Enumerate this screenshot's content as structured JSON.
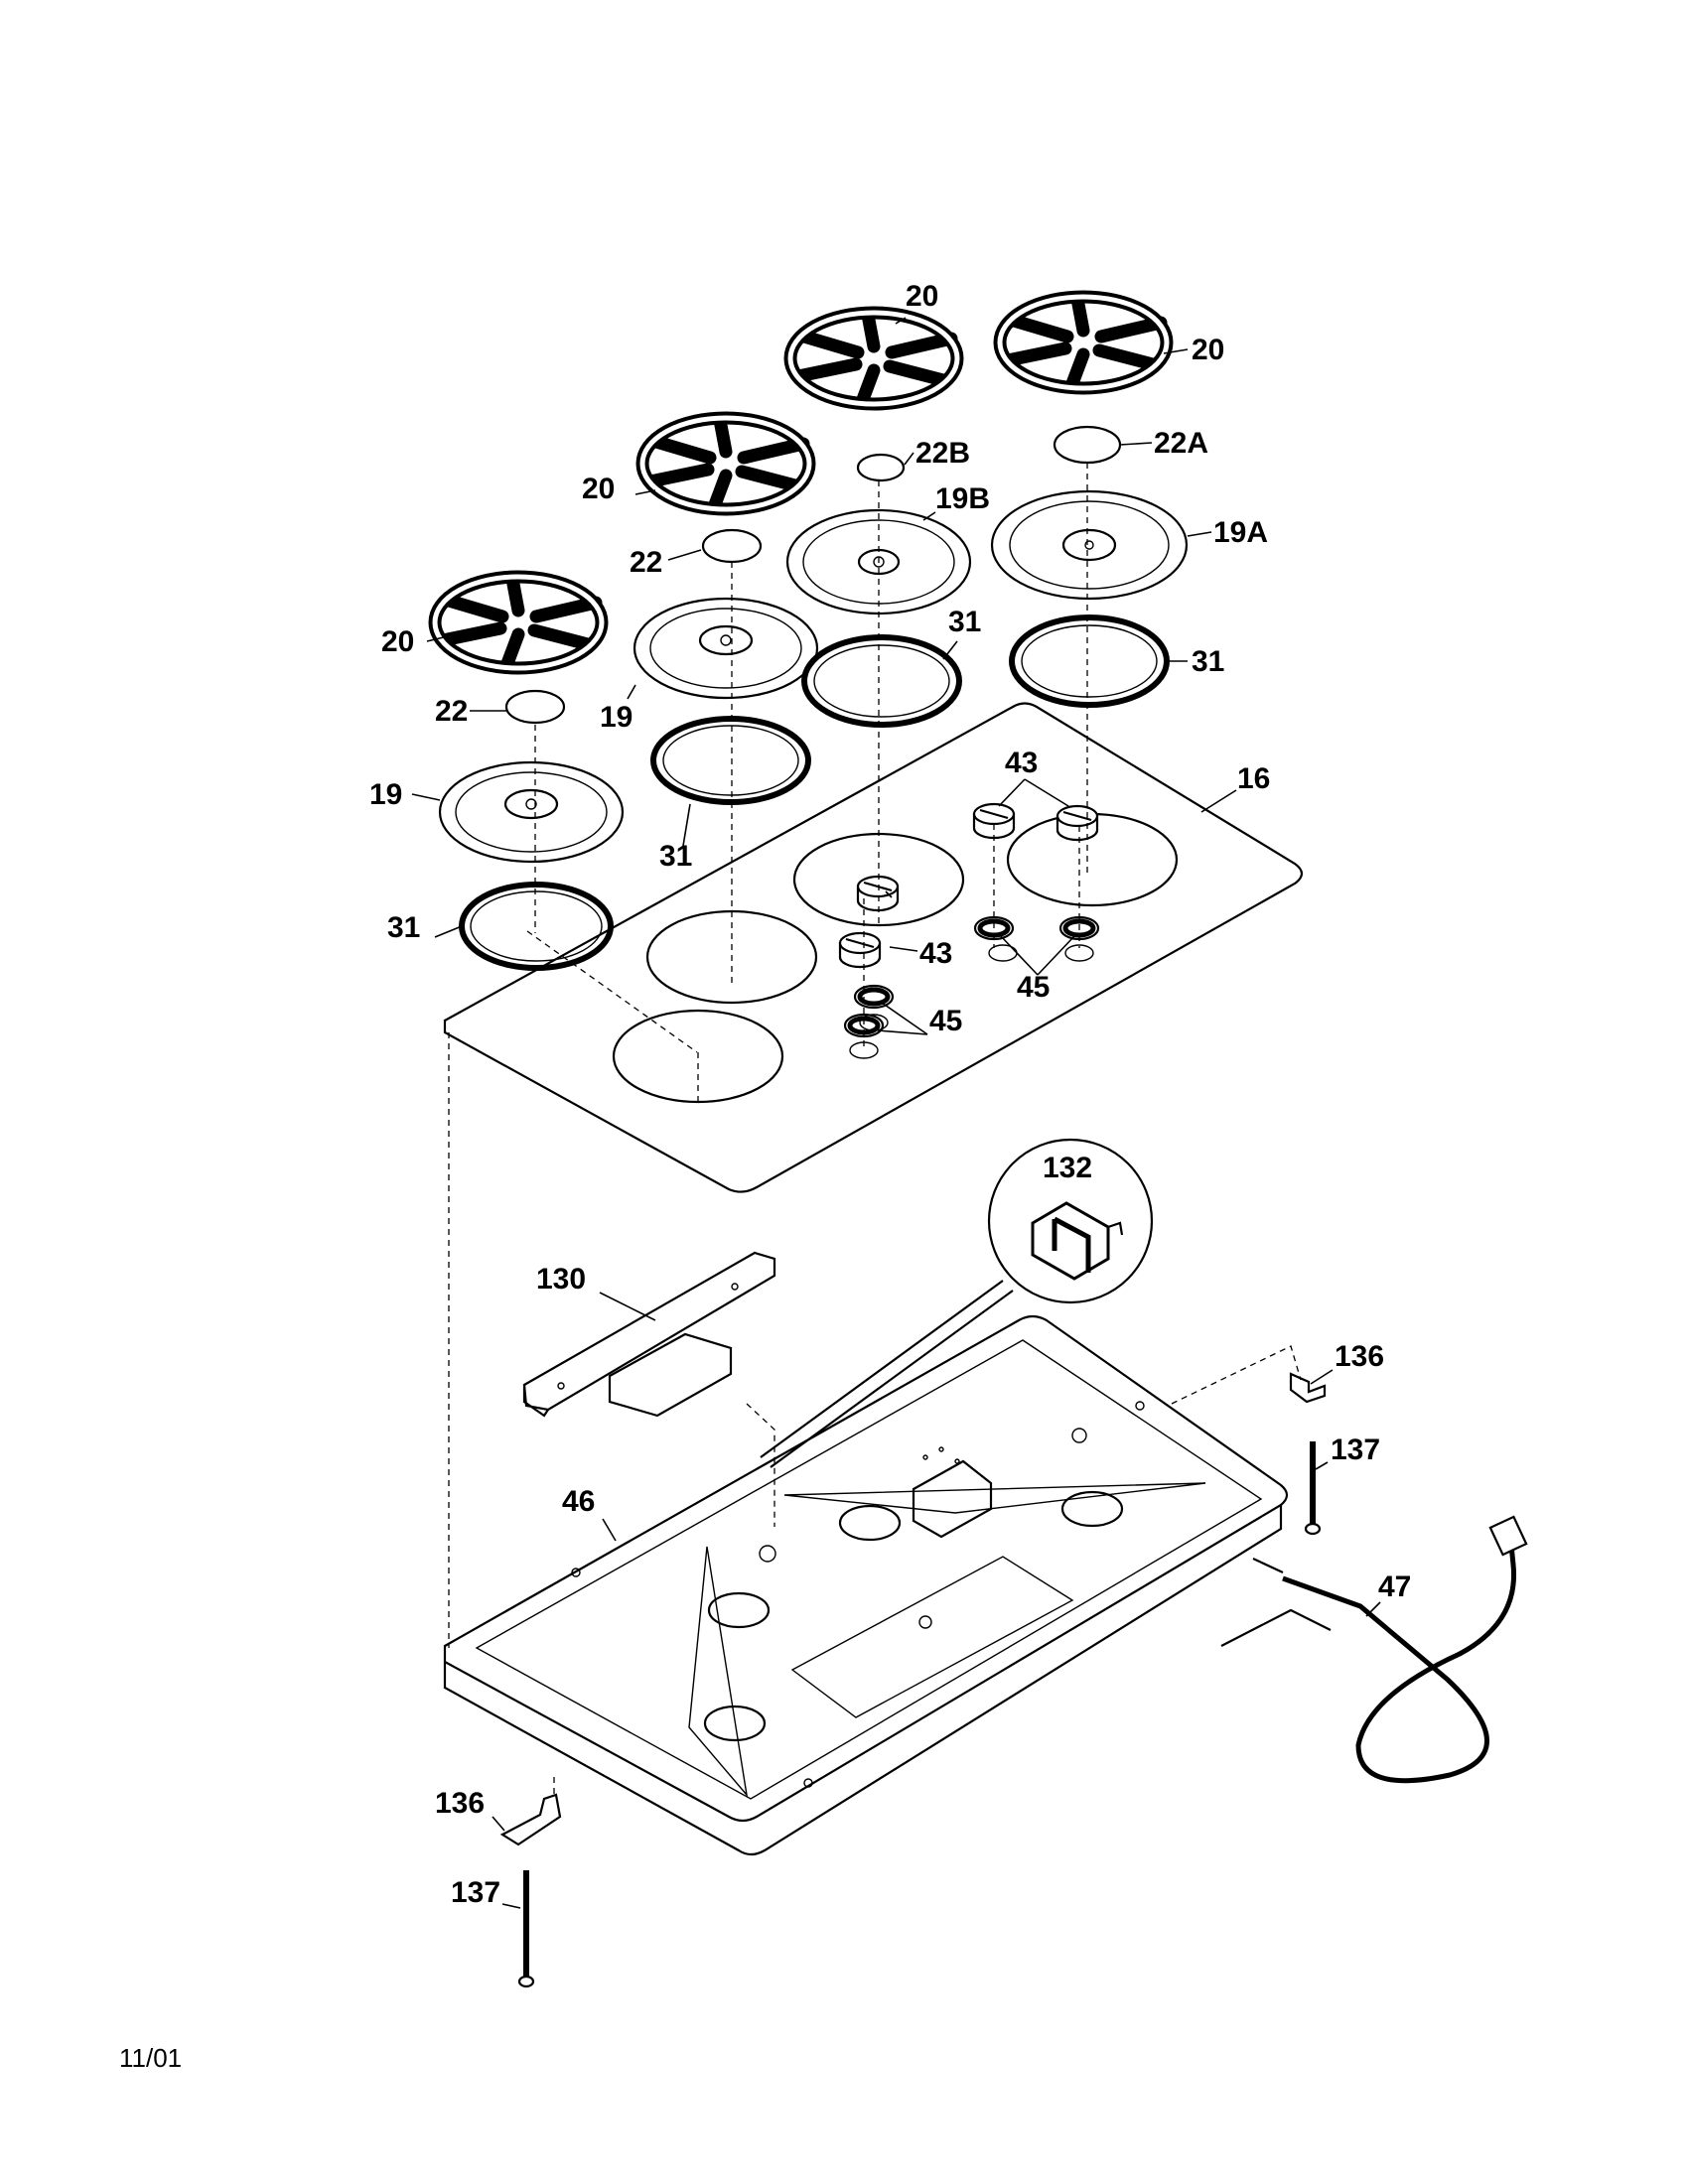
{
  "footer": {
    "date": "11/01"
  },
  "callouts": {
    "grate": "20",
    "burner_cap": "22",
    "burner_cap_a": "22A",
    "burner_cap_b": "22B",
    "burner_head": "19",
    "burner_head_a": "19A",
    "burner_head_b": "19B",
    "trim_ring": "31",
    "cooktop": "16",
    "knob": "43",
    "bezel": "45",
    "bracket": "130",
    "detail_circle": "132",
    "burner_box": "46",
    "clip": "136",
    "screw": "137",
    "power_cord": "47"
  }
}
